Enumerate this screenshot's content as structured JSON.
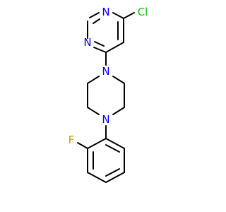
{
  "molecule": {
    "atoms": [
      {
        "id": "N1",
        "label": "N",
        "color": "#0000ff"
      },
      {
        "id": "N2",
        "label": "N",
        "color": "#0000ff"
      },
      {
        "id": "Cl",
        "label": "Cl",
        "color": "#00cc00"
      },
      {
        "id": "N3",
        "label": "N",
        "color": "#0000ff"
      },
      {
        "id": "N4",
        "label": "N",
        "color": "#0000ff"
      },
      {
        "id": "F",
        "label": "F",
        "color": "#cc9900"
      }
    ],
    "colors": {
      "bond": "#000000",
      "nitrogen": "#0000ff",
      "chlorine": "#00cc00",
      "fluorine": "#cc9900"
    }
  }
}
